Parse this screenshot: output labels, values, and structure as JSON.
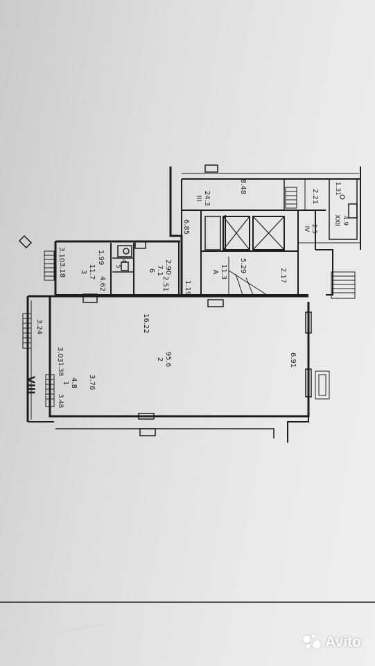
{
  "plan": {
    "section": "VIII",
    "rooms": [
      {
        "id": "room-1",
        "number": "1",
        "area": "4.8"
      },
      {
        "id": "room-2",
        "number": "2",
        "area": "95.6"
      },
      {
        "id": "room-3",
        "number": "3",
        "area": "11.7"
      },
      {
        "id": "room-4",
        "number": "4",
        "area": ""
      },
      {
        "id": "room-5",
        "number": "5",
        "area": ""
      },
      {
        "id": "room-6",
        "number": "6",
        "area": "7.1"
      },
      {
        "id": "room-III",
        "number": "III",
        "area": "24.3"
      },
      {
        "id": "room-IV",
        "number": "IV",
        "area": "2.5"
      },
      {
        "id": "room-A",
        "number": "A",
        "area": "11.3"
      },
      {
        "id": "room-XXII",
        "number": "XXII",
        "area": "4.9"
      }
    ],
    "dimensions": [
      "3.10",
      "1.99",
      "3.18",
      "4.62",
      "2.90",
      "2.51",
      "6.85",
      "1.19",
      "8.48",
      "2.21",
      "1.31",
      "5.29",
      "2.17",
      "16.22",
      "3.24",
      "3.03",
      "1.38",
      "3.48",
      "3.76",
      "6.91"
    ]
  },
  "watermark": {
    "brand": "Avito"
  }
}
